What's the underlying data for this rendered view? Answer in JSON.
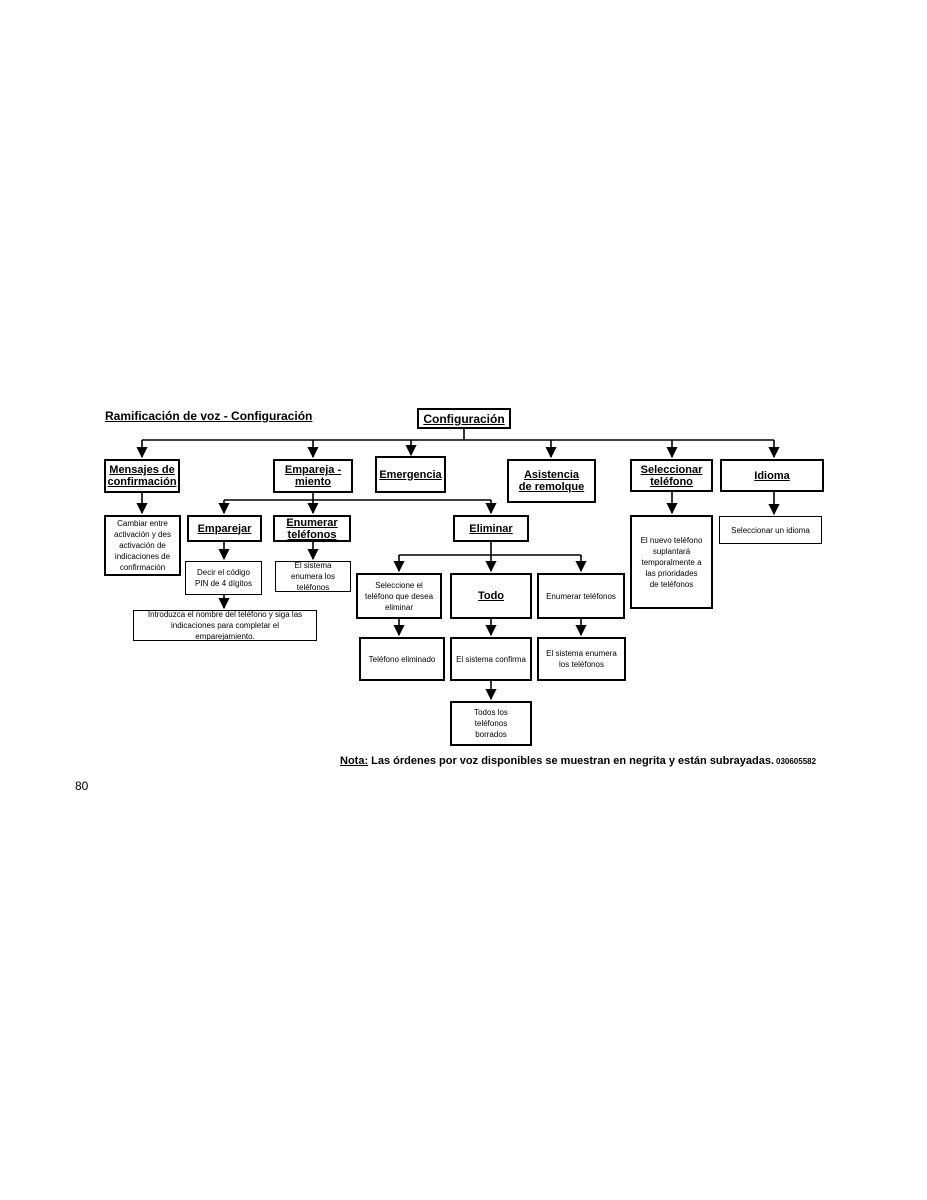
{
  "title": "Ramificación de voz - Configuración",
  "root": "Configuración",
  "level1": {
    "mensajes": "Mensajes de confirmación",
    "empareja": "Empareja - miento",
    "emergencia": "Emergencia",
    "asistencia": "Asistencia de remolque",
    "seleccionar": "Seleccionar teléfono",
    "idioma": "Idioma"
  },
  "mensajes_desc": "Cambiar entre activación y des activación de indicaciones de confirmación",
  "empareja_children": {
    "emparejar": "Emparejar",
    "enumerar": "Enumerar teléfonos",
    "eliminar": "Eliminar"
  },
  "emparejar_steps": {
    "pin": "Decir el código PIN de 4 dígitos",
    "name": "Introduzca el nombre del teléfono y siga las indicaciones para completar el emparejamiento."
  },
  "enumerar_desc": "El sistema enumera los teléfonos",
  "eliminar_children": {
    "seleccione": "Seleccione el teléfono que desea eliminar",
    "todo": "Todo",
    "enumerar": "Enumerar teléfonos"
  },
  "eliminar_results": {
    "eliminado": "Teléfono eliminado",
    "confirma": "El sistema confirma",
    "enumera": "El sistema enumera los teléfonos",
    "borrados": "Todos los teléfonos borrados"
  },
  "seleccionar_desc": "El nuevo teléfono suplantará temporalmente a las prioridades de teléfonos",
  "idioma_desc": "Seleccionar un idioma",
  "note": {
    "label": "Nota:",
    "text": " Las órdenes por voz disponibles se muestran en negrita y están subrayadas."
  },
  "code": "030605582",
  "page_number": "80"
}
